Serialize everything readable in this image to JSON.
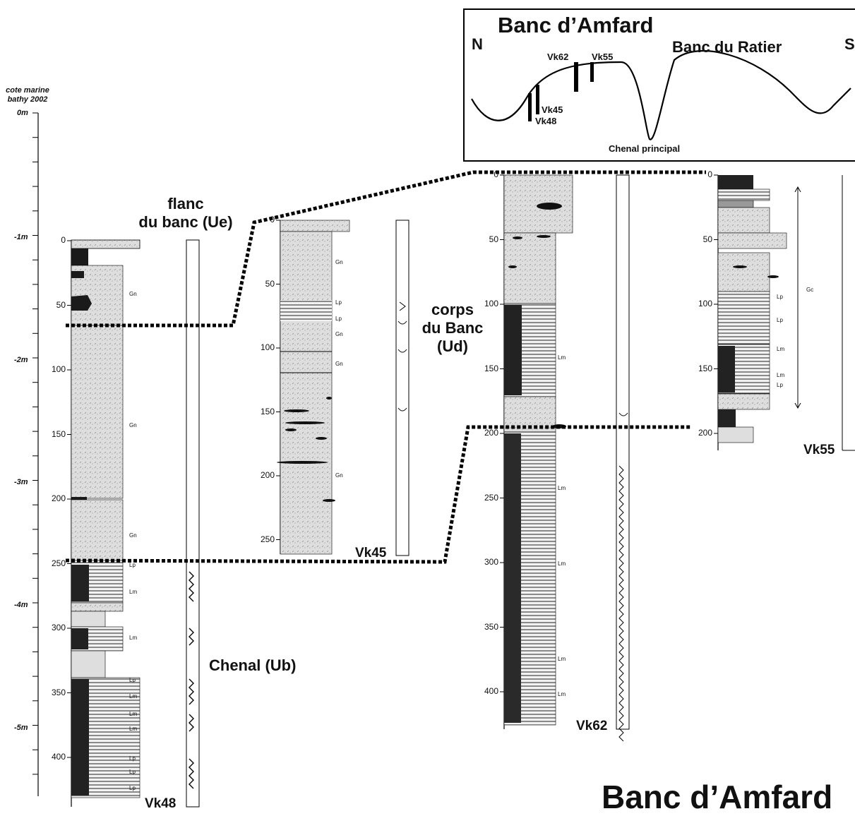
{
  "inset": {
    "title": "Banc d’Amfard",
    "north": "N",
    "south": "S",
    "ratier": "Banc du Ratier",
    "channel": "Chenal principal",
    "cores": [
      "Vk62",
      "Vk55",
      "Vk45",
      "Vk48"
    ]
  },
  "scale": {
    "title_line1": "cote marine",
    "title_line2": "bathy 2002",
    "ticks": [
      "0m",
      "-1m",
      "-2m",
      "-3m",
      "-4m",
      "-5m"
    ]
  },
  "units": {
    "ue_line1": "flanc",
    "ue_line2": "du banc (Ue)",
    "ud_line1": "corps",
    "ud_line2": "du Banc",
    "ud_line3": "(Ud)",
    "ub": "Chenal (Ub)"
  },
  "cores": {
    "vk48": {
      "name": "Vk48",
      "depths": [
        "0",
        "50",
        "100",
        "150",
        "200",
        "250",
        "300",
        "350",
        "400"
      ],
      "facies": [
        "Gn",
        "Gn",
        "Gn",
        "Lp",
        "Lm",
        "Lm",
        "Lp",
        "Lm",
        "Lm",
        "Lm",
        "Lp",
        "Lp",
        "Lp"
      ]
    },
    "vk45": {
      "name": "Vk45",
      "depths": [
        "0",
        "50",
        "100",
        "150",
        "200",
        "250"
      ],
      "facies": [
        "Gn",
        "Lp",
        "Lp",
        "Gn",
        "Gn",
        "Gn"
      ]
    },
    "vk62": {
      "name": "Vk62",
      "depths": [
        "0",
        "50",
        "100",
        "150",
        "200",
        "250",
        "300",
        "350",
        "400"
      ],
      "facies": [
        "Lm",
        "Lm",
        "Lm",
        "Lm",
        "Lm"
      ]
    },
    "vk55": {
      "name": "Vk55",
      "depths": [
        "0",
        "50",
        "100",
        "150",
        "200"
      ],
      "facies": [
        "Gc",
        "Lp",
        "Lp",
        "Lm",
        "Lm",
        "Lp"
      ]
    }
  },
  "footer": "Banc d’Amfard",
  "colors": {
    "sand": "#dcdcdc",
    "mud": "#2a2a2a",
    "line": "#000000"
  }
}
